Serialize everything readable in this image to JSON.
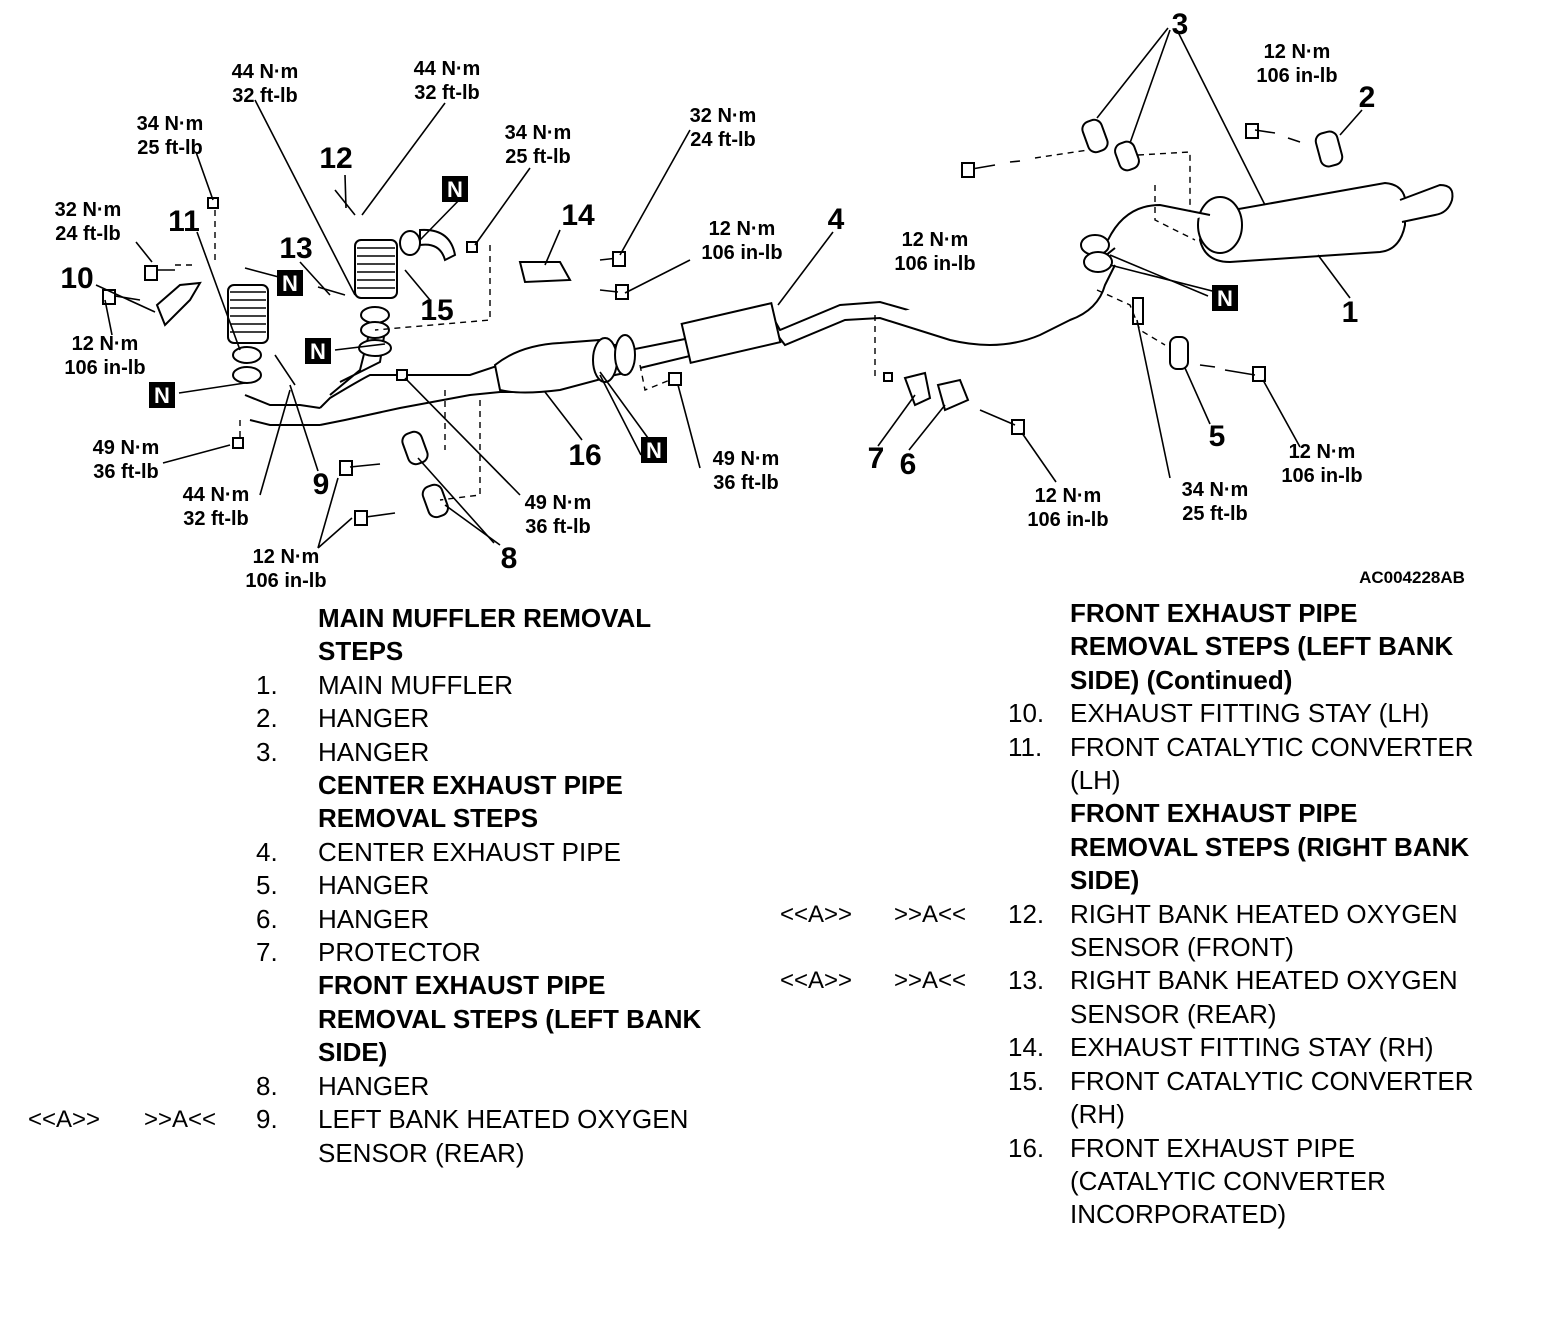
{
  "diagram": {
    "figure_id": "AC004228AB",
    "n_mark": "N",
    "callouts": [
      "1",
      "2",
      "3",
      "4",
      "5",
      "6",
      "7",
      "8",
      "9",
      "10",
      "11",
      "12",
      "13",
      "14",
      "15",
      "16"
    ],
    "torques": {
      "t_34_25_a": [
        "34 N·m",
        "25 ft-lb"
      ],
      "t_44_32_a": [
        "44 N·m",
        "32 ft-lb"
      ],
      "t_44_32_b": [
        "44 N·m",
        "32 ft-lb"
      ],
      "t_34_25_b": [
        "34 N·m",
        "25 ft-lb"
      ],
      "t_32_24_a": [
        "32 N·m",
        "24 ft-lb"
      ],
      "t_32_24_b": [
        "32 N·m",
        "24 ft-lb"
      ],
      "t_12_106_a": [
        "12 N·m",
        "106 in-lb"
      ],
      "t_12_106_b": [
        "12 N·m",
        "106 in-lb"
      ],
      "t_12_106_c": [
        "12 N·m",
        "106 in-lb"
      ],
      "t_12_106_d": [
        "12 N·m",
        "106 in-lb"
      ],
      "t_12_106_e": [
        "12 N·m",
        "106 in-lb"
      ],
      "t_12_106_f": [
        "12 N·m",
        "106 in-lb"
      ],
      "t_12_106_g": [
        "12 N·m",
        "106 in-lb"
      ],
      "t_49_36_a": [
        "49 N·m",
        "36 ft-lb"
      ],
      "t_49_36_b": [
        "49 N·m",
        "36 ft-lb"
      ],
      "t_49_36_c": [
        "49 N·m",
        "36 ft-lb"
      ],
      "t_44_32_c": [
        "44 N·m",
        "32 ft-lb"
      ],
      "t_34_25_c": [
        "34 N·m",
        "25 ft-lb"
      ]
    }
  },
  "left_column": [
    {
      "type": "header",
      "text": "MAIN MUFFLER REMOVAL STEPS",
      "lines": [
        "MAIN MUFFLER REMOVAL",
        "STEPS"
      ]
    },
    {
      "type": "step",
      "num": "1.",
      "lines": [
        "MAIN MUFFLER"
      ]
    },
    {
      "type": "step",
      "num": "2.",
      "lines": [
        "HANGER"
      ]
    },
    {
      "type": "step",
      "num": "3.",
      "lines": [
        "HANGER"
      ]
    },
    {
      "type": "header",
      "lines": [
        "CENTER EXHAUST PIPE",
        "REMOVAL STEPS"
      ]
    },
    {
      "type": "step",
      "num": "4.",
      "lines": [
        "CENTER EXHAUST PIPE"
      ]
    },
    {
      "type": "step",
      "num": "5.",
      "lines": [
        "HANGER"
      ]
    },
    {
      "type": "step",
      "num": "6.",
      "lines": [
        "HANGER"
      ]
    },
    {
      "type": "step",
      "num": "7.",
      "lines": [
        "PROTECTOR"
      ]
    },
    {
      "type": "header",
      "lines": [
        "FRONT EXHAUST PIPE",
        "REMOVAL STEPS (LEFT BANK",
        "SIDE)"
      ]
    },
    {
      "type": "step",
      "num": "8.",
      "lines": [
        "HANGER"
      ]
    },
    {
      "type": "step",
      "num": "9.",
      "lines": [
        "LEFT BANK HEATED OXYGEN",
        "SENSOR (REAR)"
      ],
      "removal_ref": "<<A>>",
      "install_ref": ">>A<<"
    }
  ],
  "right_column": [
    {
      "type": "header",
      "lines": [
        "FRONT EXHAUST PIPE",
        "REMOVAL STEPS (LEFT BANK",
        "SIDE) (Continued)"
      ]
    },
    {
      "type": "step",
      "num": "10.",
      "lines": [
        "EXHAUST FITTING STAY (LH)"
      ]
    },
    {
      "type": "step",
      "num": "11.",
      "lines": [
        "FRONT CATALYTIC CONVERTER",
        "(LH)"
      ]
    },
    {
      "type": "header",
      "lines": [
        "FRONT EXHAUST PIPE",
        "REMOVAL STEPS (RIGHT BANK",
        "SIDE)"
      ]
    },
    {
      "type": "step",
      "num": "12.",
      "lines": [
        "RIGHT BANK HEATED OXYGEN",
        "SENSOR (FRONT)"
      ],
      "removal_ref": "<<A>>",
      "install_ref": ">>A<<"
    },
    {
      "type": "step",
      "num": "13.",
      "lines": [
        "RIGHT BANK HEATED OXYGEN",
        "SENSOR (REAR)"
      ],
      "removal_ref": "<<A>>",
      "install_ref": ">>A<<"
    },
    {
      "type": "step",
      "num": "14.",
      "lines": [
        "EXHAUST FITTING STAY (RH)"
      ]
    },
    {
      "type": "step",
      "num": "15.",
      "lines": [
        "FRONT CATALYTIC CONVERTER",
        "(RH)"
      ]
    },
    {
      "type": "step",
      "num": "16.",
      "lines": [
        "FRONT EXHAUST PIPE",
        "(CATALYTIC CONVERTER",
        "INCORPORATED)"
      ]
    }
  ]
}
